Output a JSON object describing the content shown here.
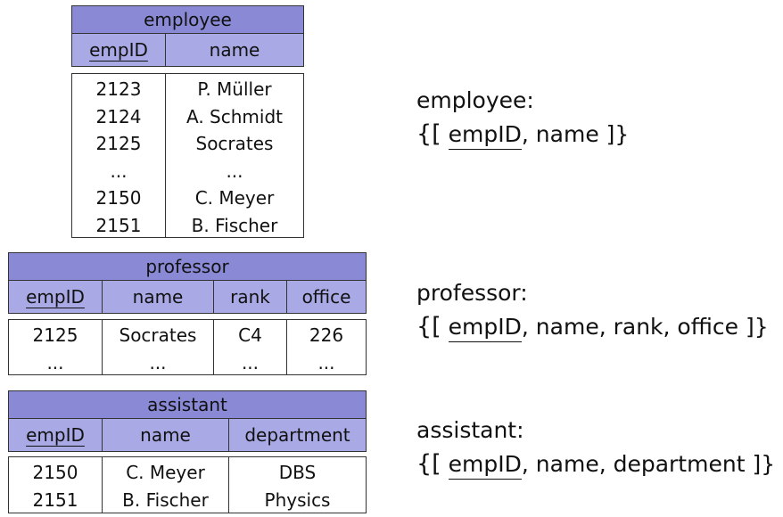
{
  "tables": [
    {
      "id": "employee",
      "title": "employee",
      "key_column": "empID",
      "columns": [
        "empID",
        "name"
      ],
      "rows": [
        [
          "2123",
          "P. Müller"
        ],
        [
          "2124",
          "A. Schmidt"
        ],
        [
          "2125",
          "Socrates"
        ],
        [
          "...",
          "..."
        ],
        [
          "2150",
          "C. Meyer"
        ],
        [
          "2151",
          "B. Fischer"
        ]
      ]
    },
    {
      "id": "professor",
      "title": "professor",
      "key_column": "empID",
      "columns": [
        "empID",
        "name",
        "rank",
        "office"
      ],
      "rows": [
        [
          "2125",
          "Socrates",
          "C4",
          "226"
        ],
        [
          "...",
          "...",
          "...",
          "..."
        ]
      ]
    },
    {
      "id": "assistant",
      "title": "assistant",
      "key_column": "empID",
      "columns": [
        "empID",
        "name",
        "department"
      ],
      "rows": [
        [
          "2150",
          "C. Meyer",
          "DBS"
        ],
        [
          "2151",
          "B. Fischer",
          "Physics"
        ]
      ]
    }
  ],
  "schemas": [
    {
      "label": "employee:",
      "open": "{[",
      "key": "empID",
      "rest": ", name ]}"
    },
    {
      "label": "professor:",
      "open": "{[",
      "key": "empID",
      "rest": ", name, rank, office ]}"
    },
    {
      "label": "assistant:",
      "open": "{[",
      "key": "empID",
      "rest": ", name, department ]}"
    }
  ],
  "colors": {
    "header_title": "#8989d6",
    "header_columns": "#a9a9e6",
    "border": "#333333"
  }
}
